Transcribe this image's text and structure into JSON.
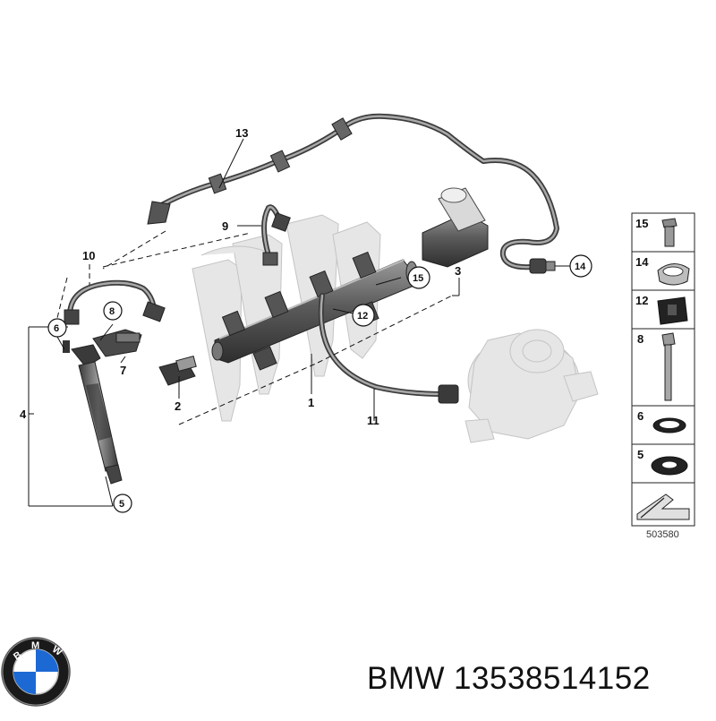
{
  "diagram": {
    "callouts": [
      {
        "id": "c1",
        "text": "1"
      },
      {
        "id": "c2",
        "text": "2"
      },
      {
        "id": "c3",
        "text": "3"
      },
      {
        "id": "c4",
        "text": "4"
      },
      {
        "id": "c5",
        "text": "5"
      },
      {
        "id": "c6",
        "text": "6"
      },
      {
        "id": "c7",
        "text": "7"
      },
      {
        "id": "c8",
        "text": "8"
      },
      {
        "id": "c9",
        "text": "9"
      },
      {
        "id": "c10",
        "text": "10"
      },
      {
        "id": "c11",
        "text": "11"
      },
      {
        "id": "c12",
        "text": "12"
      },
      {
        "id": "c13",
        "text": "13"
      },
      {
        "id": "c14",
        "text": "14"
      },
      {
        "id": "c15",
        "text": "15"
      }
    ],
    "parts_legend": [
      {
        "label": "15",
        "icon": "bolt-icon"
      },
      {
        "label": "14",
        "icon": "hose-clamp-icon"
      },
      {
        "label": "12",
        "icon": "rubber-mount-icon"
      },
      {
        "label": "8",
        "icon": "long-bolt-icon"
      },
      {
        "label": "6",
        "icon": "o-ring-icon"
      },
      {
        "label": "5",
        "icon": "washer-icon"
      }
    ],
    "diagram_number": "503580"
  },
  "brand": {
    "logo_letters": "BMW",
    "name": "BMW",
    "part_number": "13538514152"
  },
  "colors": {
    "ink": "#111111",
    "part_gray": "#555555",
    "ghost_gray": "#e6e6e6",
    "bmw_blue": "#1c69d4"
  }
}
